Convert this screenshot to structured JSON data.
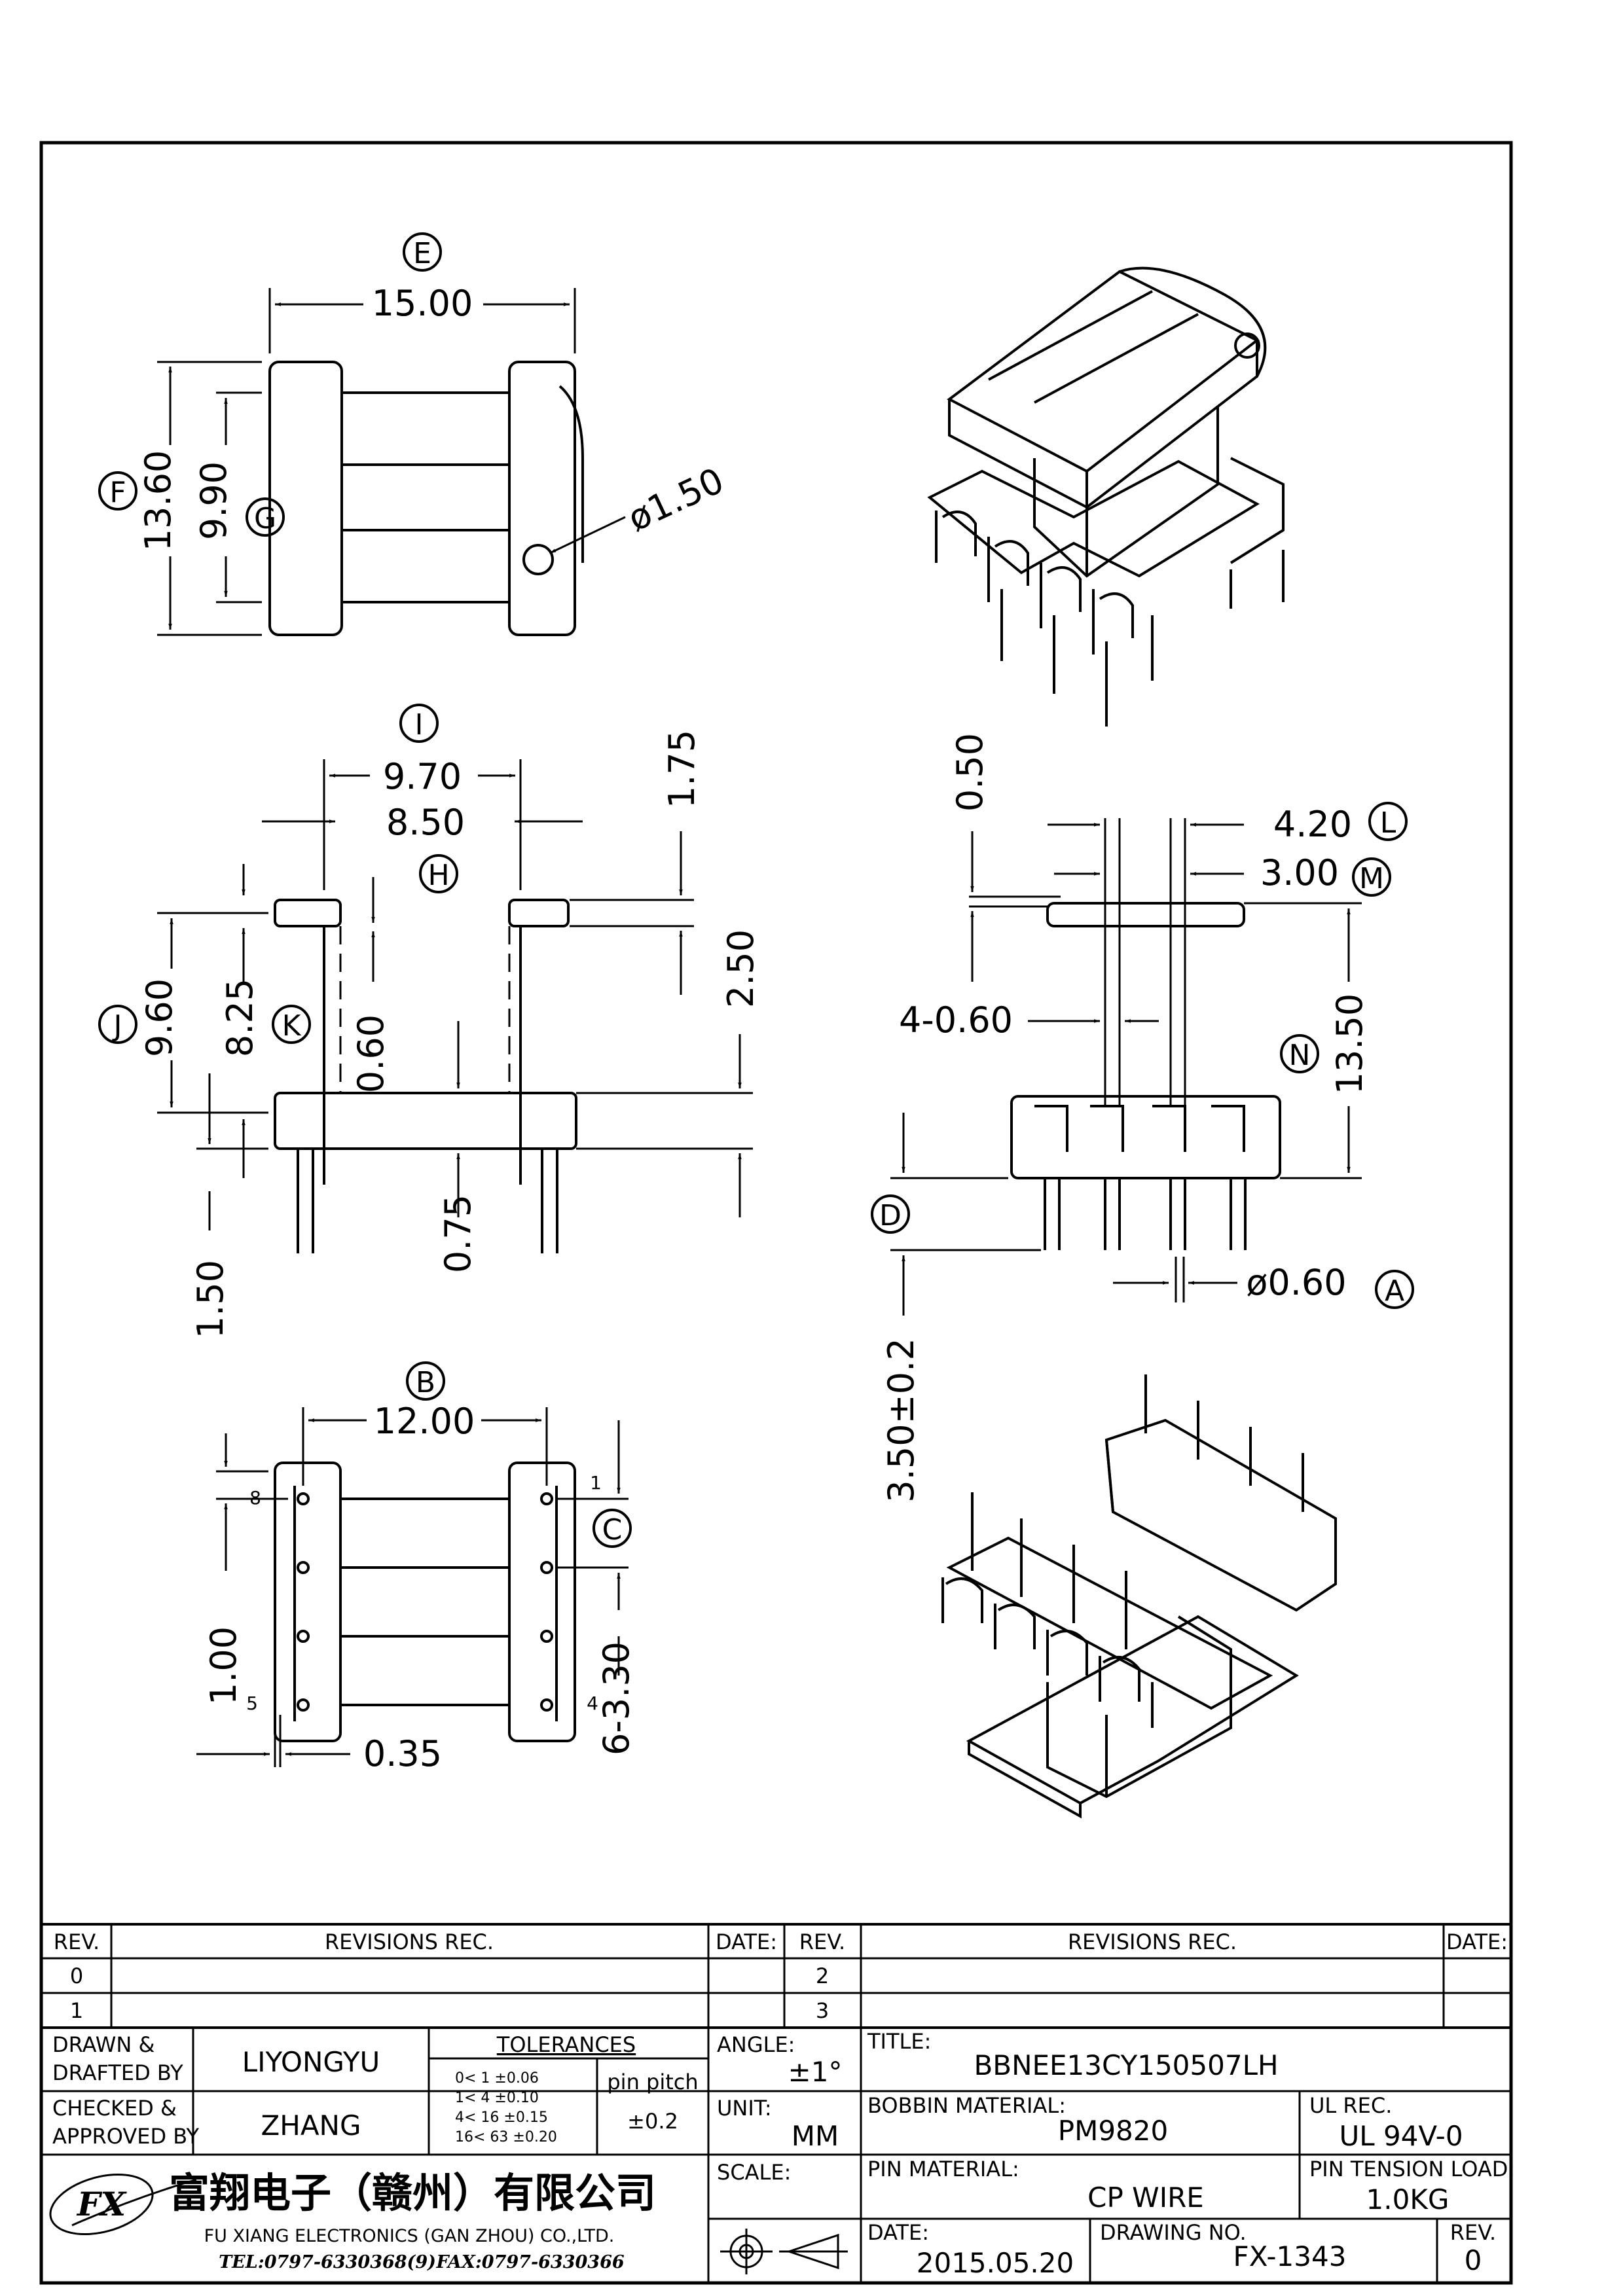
{
  "dimensions": {
    "E_len": "15.00",
    "F_len": "13.60",
    "G_len": "9.90",
    "hole": "ø1.50",
    "I_len": "9.70",
    "H_len": "8.50",
    "top_174": "1.75",
    "J_len": "9.60",
    "K_len": "8.25",
    "d060": "0.60",
    "d250": "2.50",
    "d075": "0.75",
    "d150": "1.50",
    "d050": "0.50",
    "L_len": "4.20",
    "M_len": "3.00",
    "pins_w": "4-0.60",
    "N_len": "13.50",
    "A_len": "ø0.60",
    "D_len": "3.50±0.2",
    "B_len": "12.00",
    "d100": "1.00",
    "d035": "0.35",
    "d330": "6-3.30"
  },
  "labels": {
    "A": "A",
    "B": "B",
    "C": "C",
    "D": "D",
    "E": "E",
    "F": "F",
    "G": "G",
    "H": "H",
    "I": "I",
    "J": "J",
    "K": "K",
    "L": "L",
    "M": "M",
    "N": "N"
  },
  "pin_numbers": {
    "p1": "1",
    "p4": "4",
    "p5": "5",
    "p8": "8"
  },
  "revisions": {
    "rev_h": "REV.",
    "rec_h": "REVISIONS   REC.",
    "date_h": "DATE:",
    "rows_left": [
      "0",
      "1"
    ],
    "rows_right": [
      "2",
      "3"
    ]
  },
  "title_block": {
    "drawn_label_1": "DRAWN  &",
    "drawn_label_2": "DRAFTED BY",
    "drawn_value": "LIYONGYU",
    "checked_label_1": "CHECKED  &",
    "checked_label_2": "APPROVED BY",
    "checked_value": "ZHANG",
    "tol_title": "TOLERANCES",
    "tol_rows": [
      "0<   1    ±0.06",
      "1<   4    ±0.10",
      "4<  16   ±0.15",
      "16<  63  ±0.20"
    ],
    "pitch_label": "pin  pitch",
    "pitch_value": "±0.2",
    "angle_label": "ANGLE:",
    "angle_value": "±1°",
    "unit_label": "UNIT:",
    "unit_value": "MM",
    "scale_label": "SCALE:",
    "title_label": "TITLE:",
    "title_value": "BBNEE13CY150507LH",
    "bobbin_label": "BOBBIN  MATERIAL:",
    "bobbin_value": "PM9820",
    "ul_label": "UL  REC.",
    "ul_value": "UL  94V-0",
    "pin_mat_label": "PIN  MATERIAL:",
    "pin_mat_value": "CP  WIRE",
    "tension_label": "PIN  TENSION  LOAD:",
    "tension_value": "1.0KG",
    "date_label": "DATE:",
    "date_value": "2015.05.20",
    "drawing_label": "DRAWING  NO.",
    "drawing_value": "FX-1343",
    "rev_label": "REV.",
    "rev_value": "0"
  },
  "company": {
    "name_cn": "富翔电子（赣州）有限公司",
    "name_en": "FU  XIANG  ELECTRONICS  (GAN  ZHOU)  CO.,LTD.",
    "tel": "TEL:0797-6330368(9)",
    "fax": "FAX:0797-6330366",
    "logo_text": "FX"
  }
}
